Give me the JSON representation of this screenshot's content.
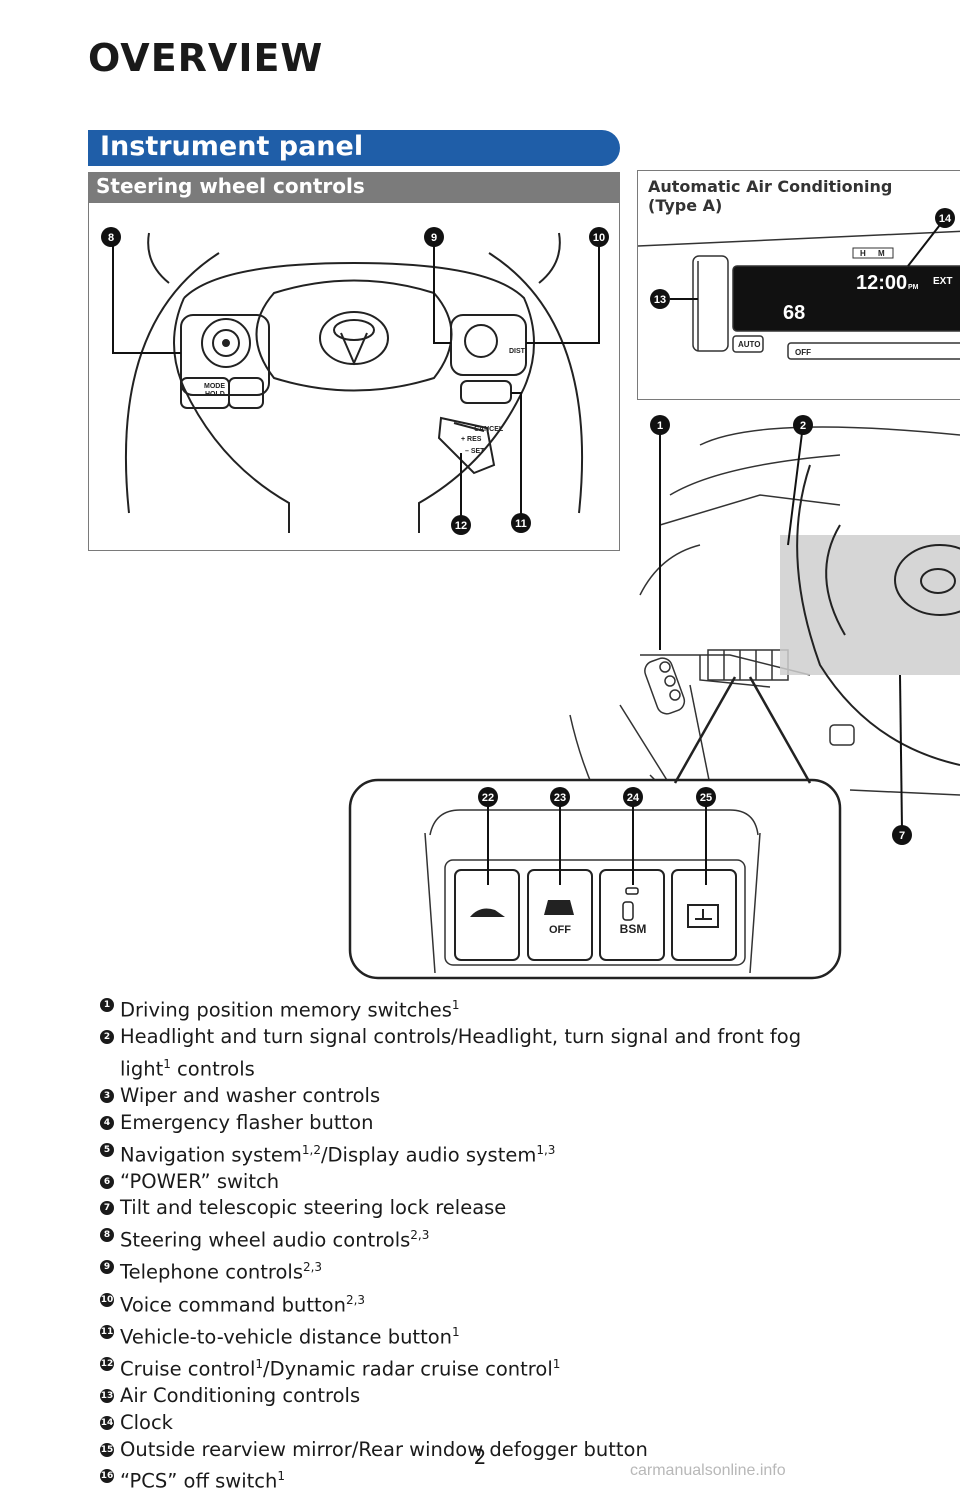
{
  "page": {
    "title": "OVERVIEW",
    "section_title": "Instrument panel",
    "subsection_title": "Steering wheel controls",
    "page_number": "2",
    "watermark": "carmanualsonline.info"
  },
  "ac_panel": {
    "title_line1": "Automatic Air Conditioning",
    "title_line2": "(Type A)",
    "display_time": "12:00",
    "display_pm": "PM",
    "display_ext": "EXT",
    "display_temp": "68",
    "hm_h": "H",
    "hm_m": "M",
    "auto_label": "AUTO",
    "off_label": "OFF"
  },
  "steering_wheel": {
    "mode_label": "MODE",
    "hold_label": "HOLD",
    "dist_label": "DIST",
    "res_label": "+ RES",
    "set_label": "– SET",
    "cancel_label": "CANCEL"
  },
  "callouts": {
    "steering": [
      "8",
      "9",
      "10",
      "11",
      "12"
    ],
    "ac": [
      "13",
      "14"
    ],
    "dash": [
      "1",
      "2",
      "7"
    ],
    "switch_panel": [
      "22",
      "23",
      "24",
      "25"
    ]
  },
  "switch_panel": {
    "off_label": "OFF",
    "bsm_label": "BSM"
  },
  "legend": [
    {
      "num": "1",
      "text": "Driving position memory switches",
      "sup": "1",
      "tail": ""
    },
    {
      "num": "2",
      "text": "Headlight and turn signal controls/Headlight, turn signal and front fog",
      "sup": "",
      "tail": ""
    },
    {
      "num": "",
      "text": "light",
      "sup": "1",
      "tail": " controls"
    },
    {
      "num": "3",
      "text": "Wiper and washer controls",
      "sup": "",
      "tail": ""
    },
    {
      "num": "4",
      "text": "Emergency flasher button",
      "sup": "",
      "tail": ""
    },
    {
      "num": "5",
      "text": "Navigation system",
      "sup": "1,2",
      "tail": "/Display audio system",
      "sup2": "1,3"
    },
    {
      "num": "6",
      "text": "“POWER” switch",
      "sup": "",
      "tail": ""
    },
    {
      "num": "7",
      "text": "Tilt and telescopic steering lock release",
      "sup": "",
      "tail": ""
    },
    {
      "num": "8",
      "text": "Steering wheel audio controls",
      "sup": "2,3",
      "tail": ""
    },
    {
      "num": "9",
      "text": "Telephone controls",
      "sup": "2,3",
      "tail": ""
    },
    {
      "num": "10",
      "text": "Voice command button",
      "sup": "2,3",
      "tail": ""
    },
    {
      "num": "11",
      "text": "Vehicle-to-vehicle distance button",
      "sup": "1",
      "tail": ""
    },
    {
      "num": "12",
      "text": "Cruise control",
      "sup": "1",
      "tail": "/Dynamic radar cruise control",
      "sup2": "1"
    },
    {
      "num": "13",
      "text": "Air Conditioning controls",
      "sup": "",
      "tail": ""
    },
    {
      "num": "14",
      "text": "Clock",
      "sup": "",
      "tail": ""
    },
    {
      "num": "15",
      "text": "Outside rearview mirror/Rear window defogger button",
      "sup": "",
      "tail": ""
    },
    {
      "num": "16",
      "text": "“PCS” off switch",
      "sup": "1",
      "tail": ""
    }
  ]
}
